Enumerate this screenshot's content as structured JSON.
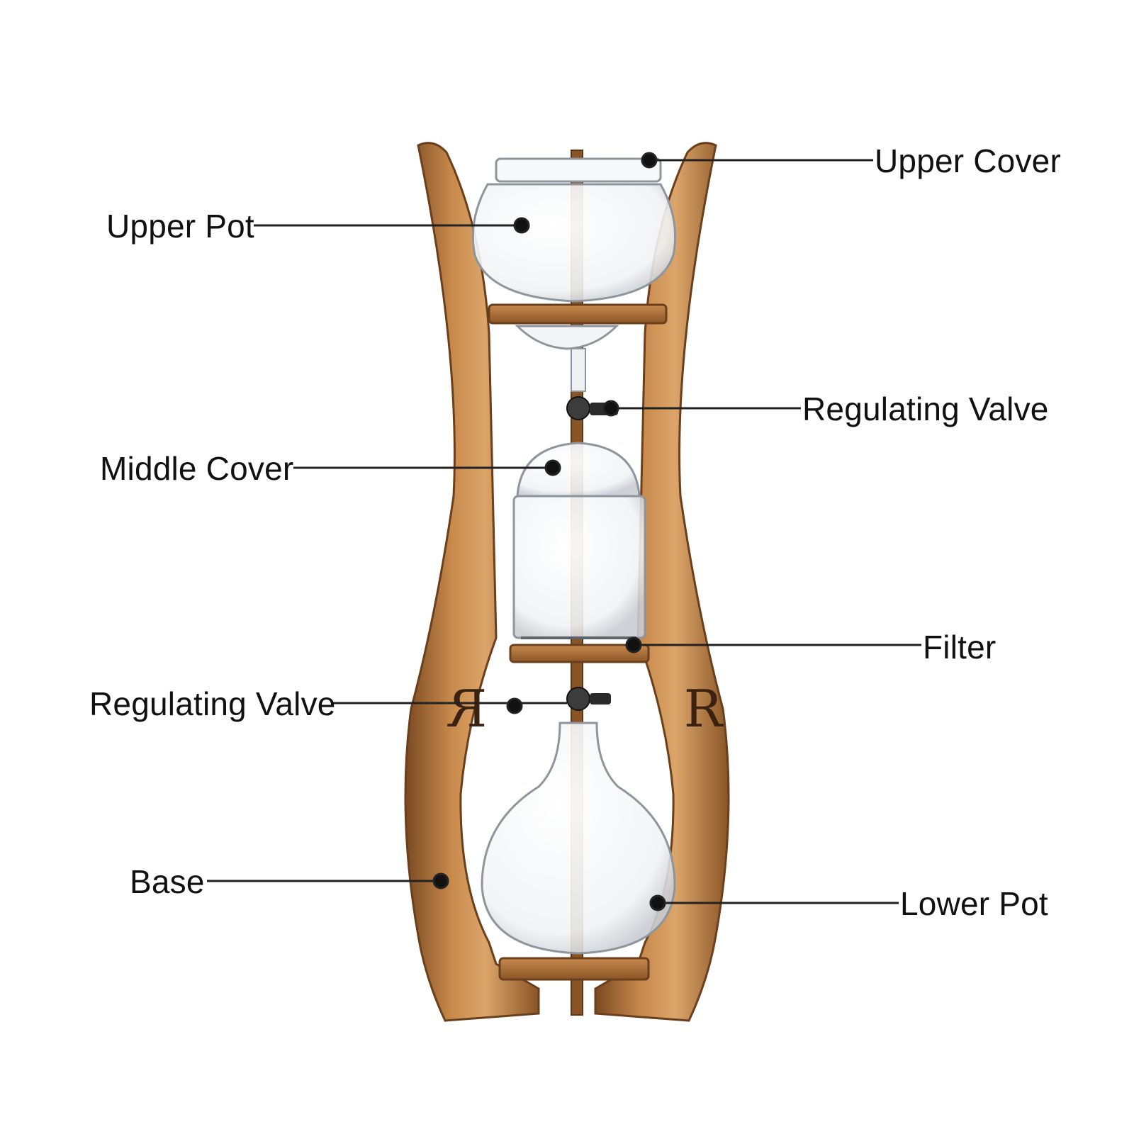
{
  "labels": {
    "upper_cover": "Upper Cover",
    "upper_pot": "Upper Pot",
    "regulating_valve_upper": "Regulating Valve",
    "middle_cover": "Middle Cover",
    "filter": "Filter",
    "regulating_valve_lower": "Regulating Valve",
    "base": "Base",
    "lower_pot": "Lower Pot"
  },
  "frame_monogram": "R",
  "colors": {
    "wood": "#b8793f",
    "wood_dark": "#7a4a22",
    "wood_light": "#d9a46a",
    "glass": "#c9cdd2",
    "leader": "#222222",
    "text": "#111111"
  }
}
